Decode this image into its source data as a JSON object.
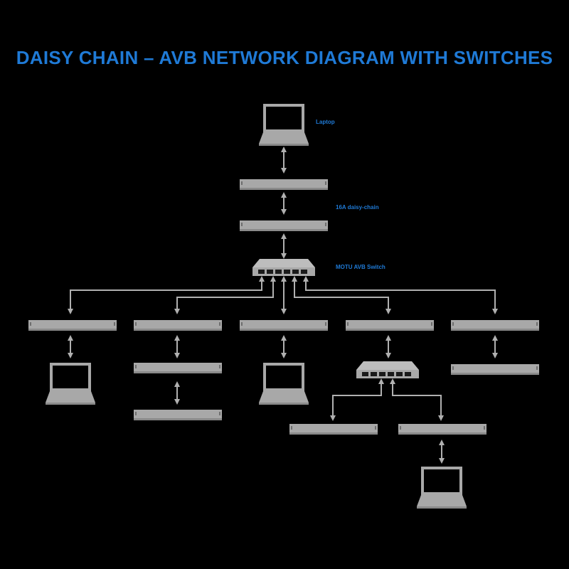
{
  "title": "DAISY CHAIN – AVB NETWORK DIAGRAM WITH SWITCHES",
  "labels": {
    "laptop": "Laptop",
    "daisy_chain": "16A daisy-chain",
    "switch": "MOTU AVB Switch"
  },
  "colors": {
    "background": "#000000",
    "title": "#1f7ad6",
    "label": "#1f7ad6",
    "device": "#a8a8a8",
    "connector": "#b0b0b0"
  }
}
